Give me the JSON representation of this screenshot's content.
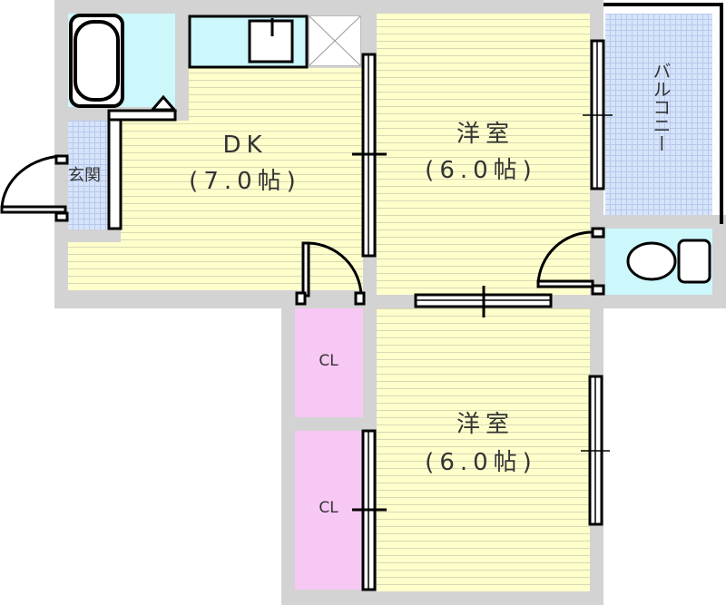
{
  "rooms": {
    "dk": {
      "name": "DK",
      "size": "(7.0帖)"
    },
    "western_top": {
      "name": "洋室",
      "size": "(6.0帖)"
    },
    "western_bottom": {
      "name": "洋室",
      "size": "(6.0帖)"
    },
    "entrance": {
      "name": "玄関"
    },
    "balcony": {
      "name": "バルコニー"
    },
    "closet_top": {
      "name": "CL"
    },
    "closet_bottom": {
      "name": "CL"
    }
  },
  "colors": {
    "floor": "#ffffcc",
    "wet": "#ccf7fb",
    "closet": "#f8c8f4",
    "wall": "#d3d3d3",
    "tile": "#d6e4fa"
  }
}
